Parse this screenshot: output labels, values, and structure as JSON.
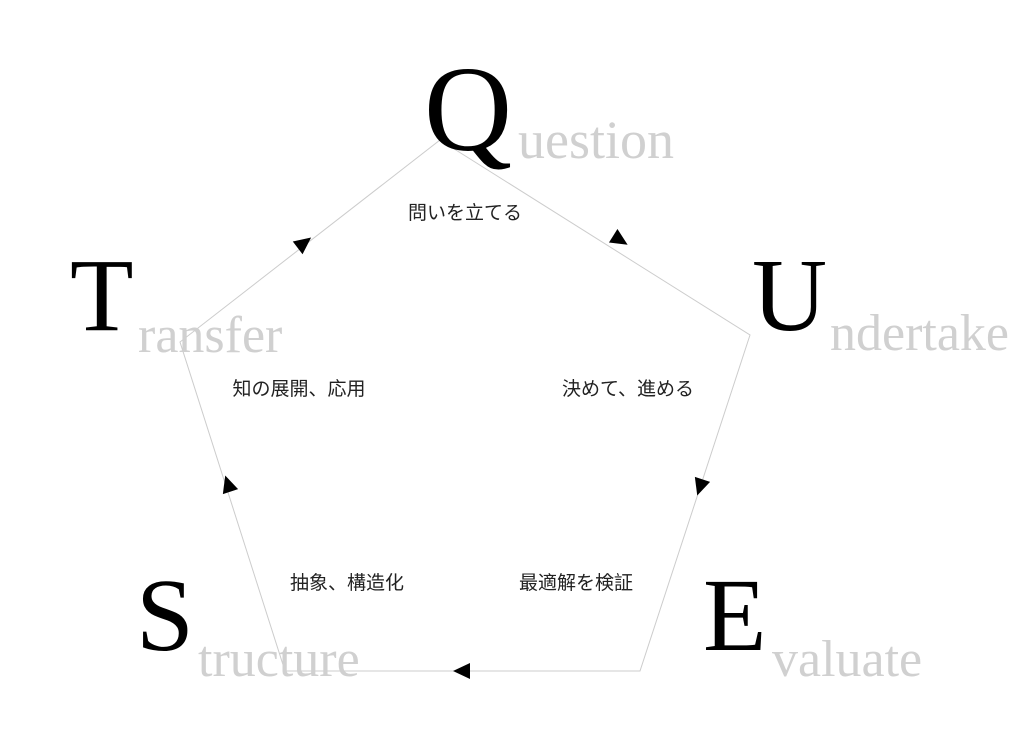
{
  "steps": [
    {
      "letter": "Q",
      "rest": "uestion",
      "caption": "問いを立てる"
    },
    {
      "letter": "U",
      "rest": "ndertake",
      "caption": "決めて、進める"
    },
    {
      "letter": "E",
      "rest": "valuate",
      "caption": "最適解を検証"
    },
    {
      "letter": "S",
      "rest": "tructure",
      "caption": "抽象、構造化"
    },
    {
      "letter": "T",
      "rest": "ransfer",
      "caption": "知の展開、応用"
    }
  ],
  "colors": {
    "edge": "#cccccc",
    "ghost": "#d0d0d0",
    "letter": "#000000",
    "arrow": "#000000"
  }
}
